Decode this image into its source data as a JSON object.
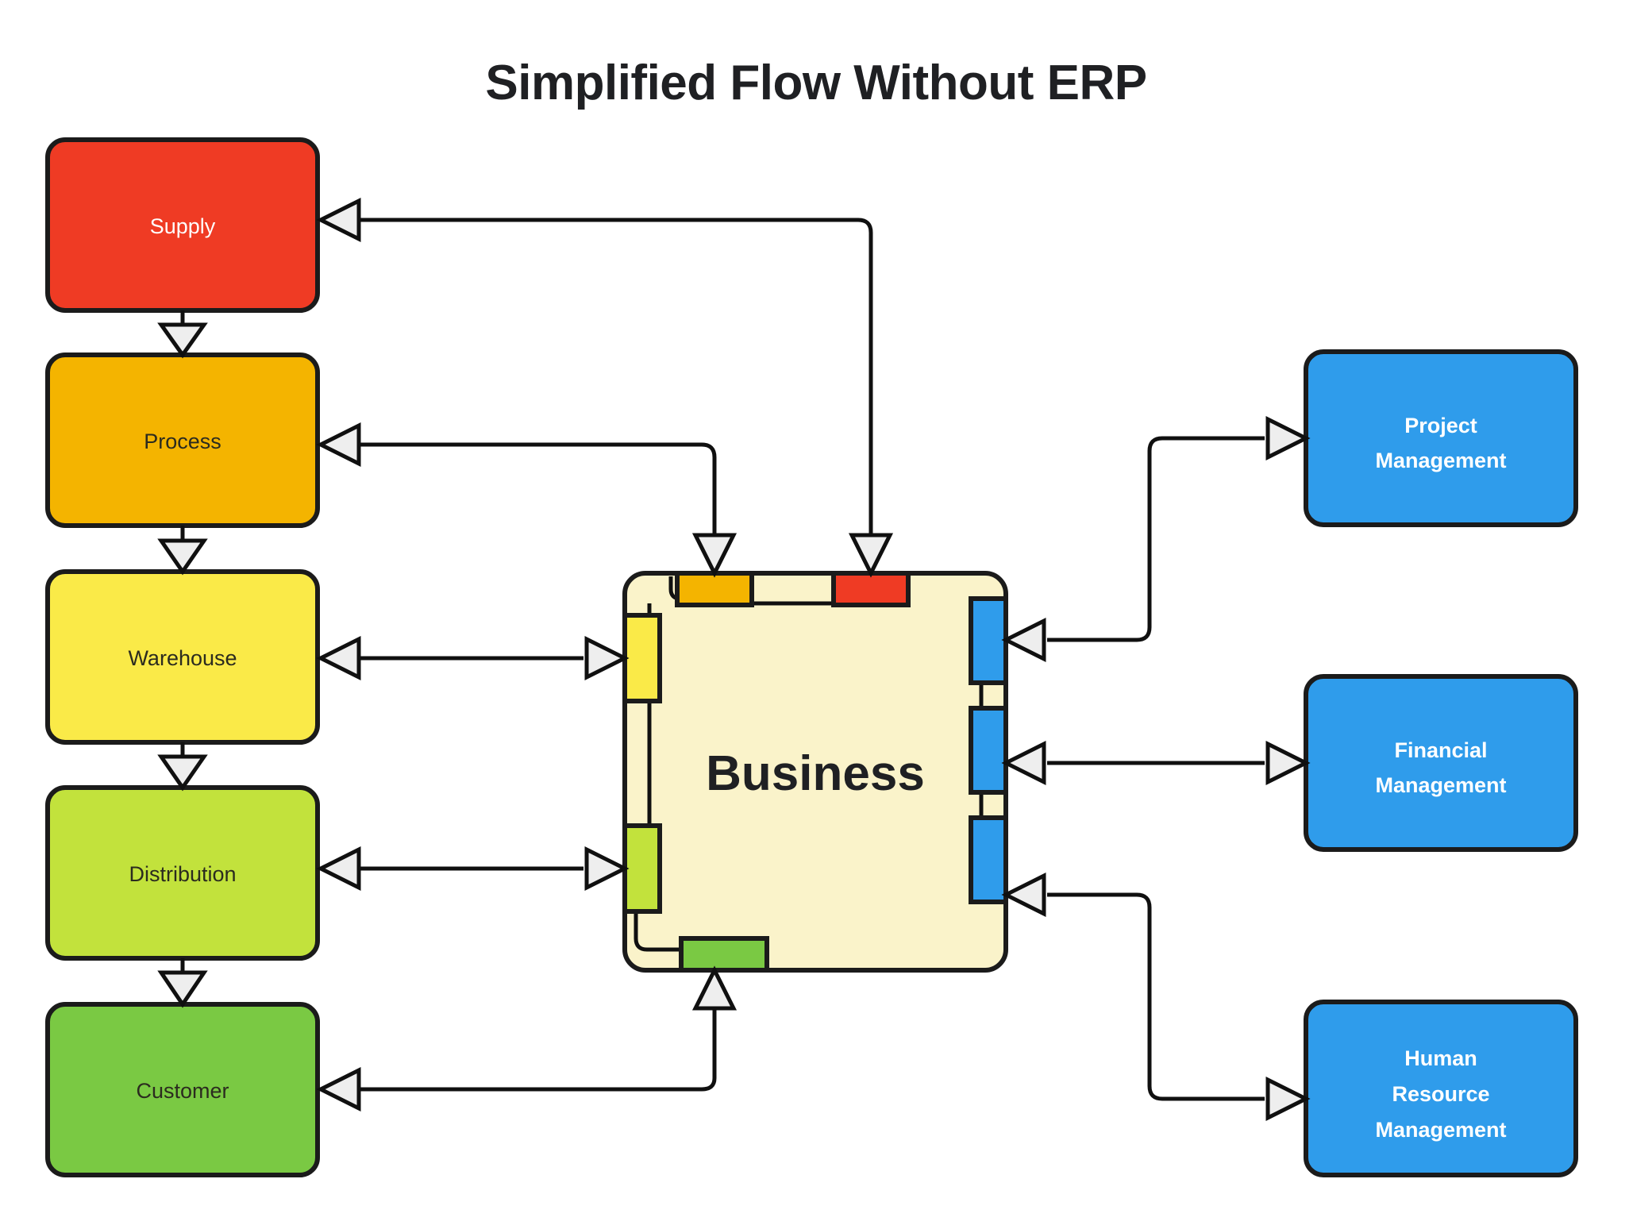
{
  "title": "Simplified Flow Without ERP",
  "theme": {
    "background": "#ffffff",
    "stroke": "#1b1b1b",
    "connector": "#101010",
    "arrow_fill": "#eeeeee",
    "hub_fill": "#faf3ca",
    "title_color": "#1f2023"
  },
  "hub": {
    "label": "Business",
    "fill": "#faf3ca",
    "ports": [
      {
        "name": "port-process-top",
        "color": "#f4b400",
        "side": "top"
      },
      {
        "name": "port-supply-top",
        "color": "#ef3b24",
        "side": "top"
      },
      {
        "name": "port-warehouse-left",
        "color": "#faea48",
        "side": "left"
      },
      {
        "name": "port-distribution-left",
        "color": "#c2e23c",
        "side": "left"
      },
      {
        "name": "port-customer-bottom",
        "color": "#7ac943",
        "side": "bottom"
      },
      {
        "name": "port-project-right",
        "color": "#2f9ceb",
        "side": "right"
      },
      {
        "name": "port-financial-right",
        "color": "#2f9ceb",
        "side": "right"
      },
      {
        "name": "port-hr-right",
        "color": "#2f9ceb",
        "side": "right"
      }
    ]
  },
  "left_chain": {
    "nodes": [
      {
        "id": "supply",
        "label": "Supply",
        "fill": "#ef3b24",
        "text": "light"
      },
      {
        "id": "process",
        "label": "Process",
        "fill": "#f4b400",
        "text": "dark"
      },
      {
        "id": "warehouse",
        "label": "Warehouse",
        "fill": "#faea48",
        "text": "dark"
      },
      {
        "id": "distribution",
        "label": "Distribution",
        "fill": "#c2e23c",
        "text": "dark"
      },
      {
        "id": "customer",
        "label": "Customer",
        "fill": "#7ac943",
        "text": "dark"
      }
    ]
  },
  "right_modules": {
    "fill": "#2f9ceb",
    "nodes": [
      {
        "id": "project-management",
        "lines": [
          "Project",
          "Management"
        ]
      },
      {
        "id": "financial-management",
        "lines": [
          "Financial",
          "Management"
        ]
      },
      {
        "id": "hr-management",
        "lines": [
          "Human",
          "Resource",
          "Management"
        ]
      }
    ]
  },
  "flow_edges": [
    {
      "from": "supply",
      "to": "process",
      "type": "down-arrow"
    },
    {
      "from": "process",
      "to": "warehouse",
      "type": "down-arrow"
    },
    {
      "from": "warehouse",
      "to": "distribution",
      "type": "down-arrow"
    },
    {
      "from": "distribution",
      "to": "customer",
      "type": "down-arrow"
    },
    {
      "from": "hub",
      "to": "supply",
      "type": "elbow"
    },
    {
      "from": "hub",
      "to": "process",
      "type": "elbow"
    },
    {
      "from": "hub",
      "to": "warehouse",
      "type": "bidirectional"
    },
    {
      "from": "hub",
      "to": "distribution",
      "type": "bidirectional"
    },
    {
      "from": "hub",
      "to": "customer",
      "type": "elbow"
    },
    {
      "from": "hub",
      "to": "project-management",
      "type": "bidirectional-z"
    },
    {
      "from": "hub",
      "to": "financial-management",
      "type": "bidirectional"
    },
    {
      "from": "hub",
      "to": "hr-management",
      "type": "bidirectional-z"
    }
  ]
}
